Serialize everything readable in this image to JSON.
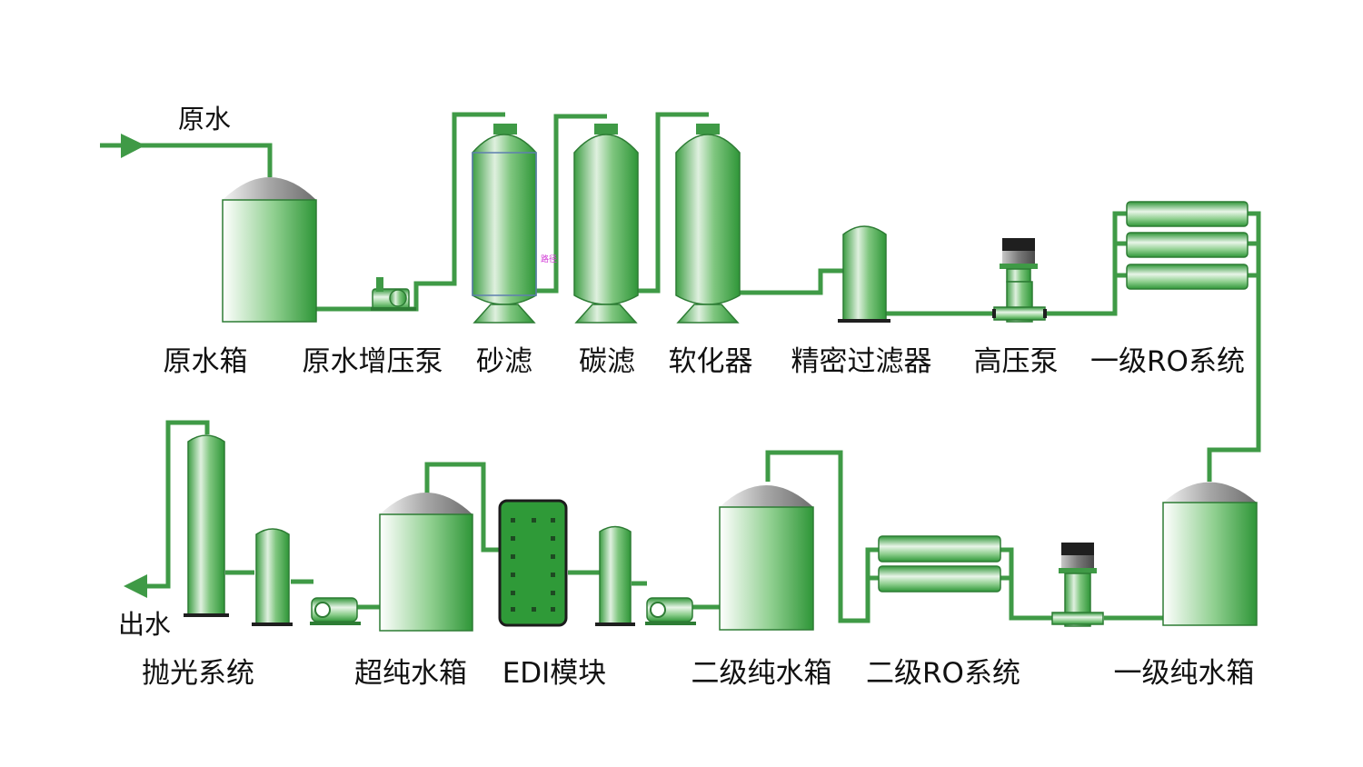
{
  "flow": {
    "inlet_label": "原水",
    "outlet_label": "出水"
  },
  "annotation": "路径",
  "equipment": [
    {
      "id": "raw-water-tank",
      "label": "原水箱"
    },
    {
      "id": "raw-water-booster-pump",
      "label": "原水增压泵"
    },
    {
      "id": "sand-filter",
      "label": "砂滤"
    },
    {
      "id": "carbon-filter",
      "label": "碳滤"
    },
    {
      "id": "water-softener",
      "label": "软化器"
    },
    {
      "id": "precision-filter",
      "label": "精密过滤器"
    },
    {
      "id": "high-pressure-pump",
      "label": "高压泵"
    },
    {
      "id": "primary-ro-system",
      "label": "一级RO系统"
    },
    {
      "id": "polishing-system",
      "label": "抛光系统"
    },
    {
      "id": "ultrapure-water-tank",
      "label": "超纯水箱"
    },
    {
      "id": "edi-module",
      "label": "EDI模块"
    },
    {
      "id": "secondary-pure-water-tank",
      "label": "二级纯水箱"
    },
    {
      "id": "secondary-ro-system",
      "label": "二级RO系统"
    },
    {
      "id": "primary-pure-water-tank",
      "label": "一级纯水箱"
    }
  ],
  "colors": {
    "pipe": "#3f9a46",
    "vessel_green": "#3a9a40",
    "vessel_light": "#ffffff",
    "dome_gray": "#8c8c8c",
    "edi_body": "#2f9a38",
    "pump_head": "#1f1f1f"
  }
}
